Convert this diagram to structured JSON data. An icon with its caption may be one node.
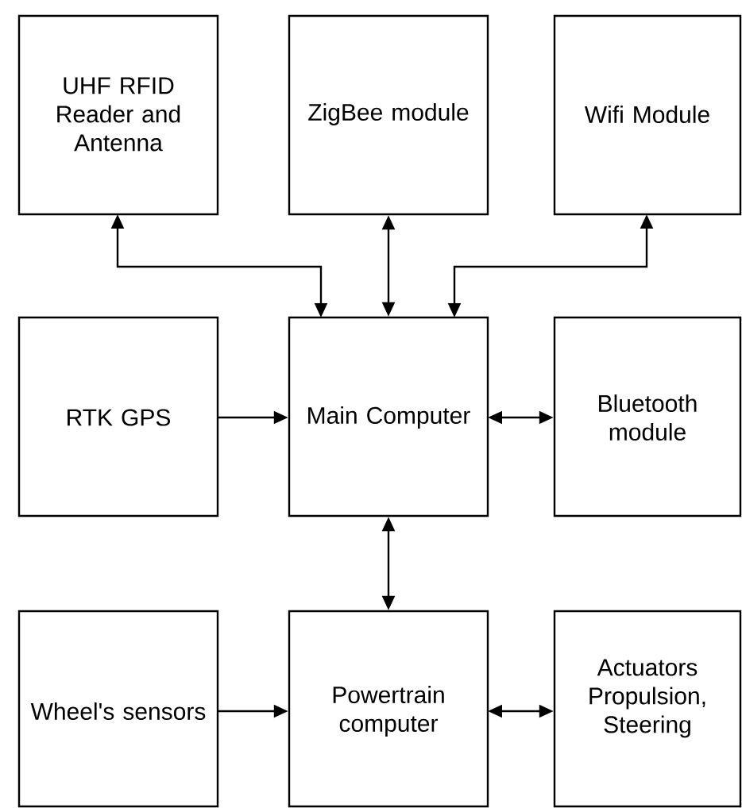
{
  "diagram": {
    "nodes": [
      {
        "text": [
          "UHF RFID Reader and Antenna"
        ]
      },
      {
        "text": [
          "ZigBee module"
        ]
      },
      {
        "text": [
          "Wifi Module"
        ]
      },
      {
        "text": [
          "RTK GPS"
        ]
      },
      {
        "text": [
          "Main Computer"
        ]
      },
      {
        "text": [
          "Bluetooth module"
        ]
      },
      {
        "text": [
          "Wheel's sensors"
        ]
      },
      {
        "text": [
          "Powertrain computer"
        ]
      },
      {
        "text": [
          "Actuators Propulsion, Steering"
        ]
      }
    ],
    "edges": [
      {
        "from": 4,
        "to": 0,
        "arrow": "both"
      },
      {
        "from": 4,
        "to": 1,
        "arrow": "both"
      },
      {
        "from": 4,
        "to": 2,
        "arrow": "both"
      },
      {
        "from": 3,
        "to": 4,
        "arrow": "to"
      },
      {
        "from": 4,
        "to": 5,
        "arrow": "both"
      },
      {
        "from": 4,
        "to": 7,
        "arrow": "both"
      },
      {
        "from": 6,
        "to": 7,
        "arrow": "to"
      },
      {
        "from": 7,
        "to": 8,
        "arrow": "both"
      }
    ]
  }
}
